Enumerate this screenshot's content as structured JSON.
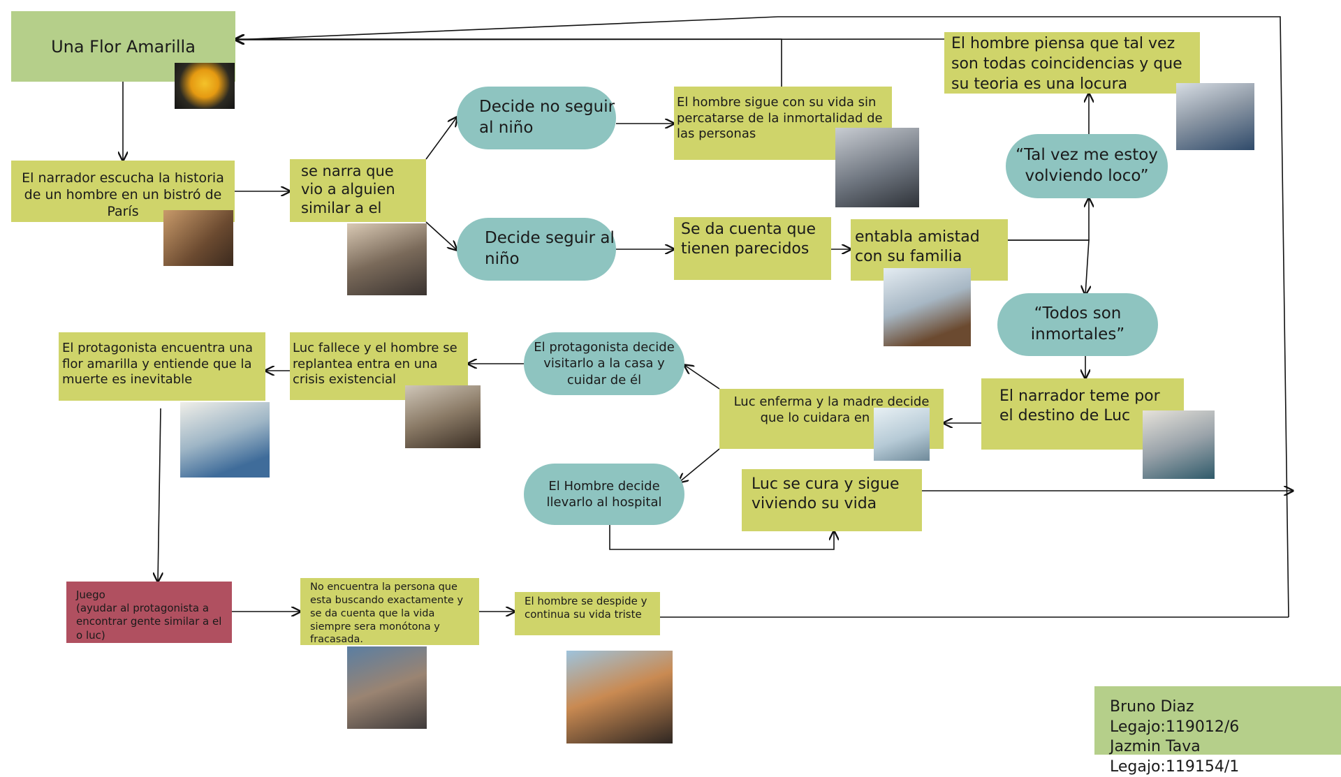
{
  "title": "Una Flor Amarilla",
  "nodes": {
    "narrador_escucha": "El narrador escucha la historia de un hombre en un bistró de París",
    "se_narra": "se narra que vio a alguien similar a el",
    "decide_no_seguir": "Decide no seguir al niño",
    "decide_seguir": "Decide seguir al niño",
    "sigue_su_vida": "El hombre sigue con su vida sin percatarse de la inmortalidad de las personas",
    "se_da_cuenta": "Se da cuenta que tienen parecidos",
    "entabla_amistad": "entabla amistad con su familia",
    "volviendo_loco": "“Tal vez me estoy volviendo loco”",
    "piensa_coincidencias": "El hombre piensa que tal vez son todas coincidencias y que su teoria es una locura",
    "todos_inmortales": "“Todos son inmortales”",
    "narrador_teme": "El narrador teme por el destino de Luc",
    "luc_enferma": "Luc enferma y la madre decide que lo cuidara en casa",
    "decide_visitarlo": "El protagonista decide visitarlo a la casa y cuidar de él",
    "luc_fallece": "Luc fallece y el hombre se replantea entra en una crisis existencial",
    "encuentra_flor": "El protagonista encuentra una flor amarilla y entiende que la muerte es inevitable",
    "llevarlo_hospital": "El Hombre decide llevarlo al hospital",
    "luc_se_cura": "Luc se cura y sigue viviendo su vida",
    "juego": "Juego\n(ayudar al protagonista a encontrar gente similar a el o luc)",
    "no_encuentra": "No encuentra la persona que esta buscando exactamente y se da cuenta que la vida siempre sera monótona y fracasada.",
    "se_despide": "El hombre se despide y continua su vida triste"
  },
  "credits": {
    "line1": "Bruno Diaz Legajo:119012/6",
    "line2": "Jazmin Tava Legajo:119154/1"
  },
  "colors": {
    "rect": "#cfd46a",
    "green": "#b5cf8a",
    "pill": "#8ec4c0",
    "red": "#b05060"
  }
}
